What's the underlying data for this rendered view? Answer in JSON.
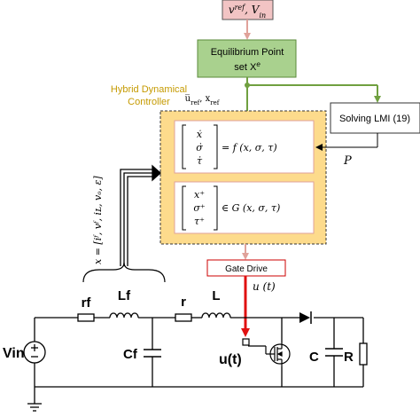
{
  "input_block": {
    "vref": "v",
    "vref_sup": "ref",
    "vin": "V",
    "vin_sub": "in"
  },
  "equilibrium_block": {
    "line1": "Equilibrium Point",
    "line2": "set X",
    "line2_sup": "e"
  },
  "controller": {
    "title_line1": "Hybrid Dynamical",
    "title_line2": "Controller",
    "refs_label": "u̅",
    "refs_label_sub": "ref",
    "refs_label_rest": ", x",
    "refs_label_sub2": "ref",
    "flow": {
      "rows": [
        "ẋ",
        "σ̇",
        "τ̇"
      ],
      "rhs": "= f (x, σ, τ)"
    },
    "jump": {
      "rows": [
        "x⁺",
        "σ⁺",
        "τ⁺"
      ],
      "rhs": "∈ G (x, σ, τ)"
    }
  },
  "lmi_block": {
    "label": "Solving LMI  (19)",
    "output": "P"
  },
  "state_vector": "x = [iᶠ, vᶠ, iʟ, vₒ, ε]",
  "gate_drive": {
    "label": "Gate Drive",
    "output": "u (t)"
  },
  "circuit": {
    "rf": "rf",
    "lf": "Lf",
    "r": "r",
    "l": "L",
    "vin": "Vin",
    "cf": "Cf",
    "ut": "u(t)",
    "c": "C",
    "res": "R"
  },
  "colors": {
    "input_fill": "#f2c4c4",
    "equilibrium_fill": "#a9d18e",
    "equilibrium_stroke": "#5a8a3a",
    "controller_fill": "#fddb8c",
    "controller_title": "#c59a00",
    "arrow_salmon": "#e0a29a",
    "arrow_green": "#70a040",
    "gate_stroke": "#cc0000",
    "signal_red": "#e01010"
  }
}
